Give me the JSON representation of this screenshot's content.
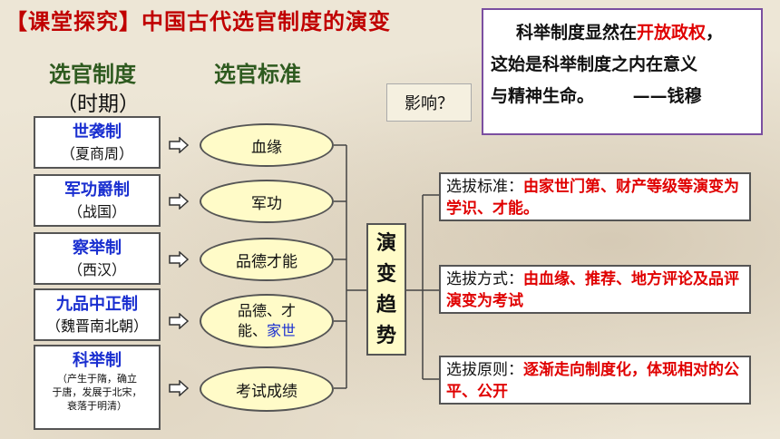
{
  "title": "【课堂探究】中国古代选官制度的演变",
  "headers": {
    "system": "选官制度",
    "period": "（时期）",
    "standard": "选官标准"
  },
  "systems": [
    {
      "name": "世袭制",
      "period": "（夏商周）"
    },
    {
      "name": "军功爵制",
      "period": "（战国）"
    },
    {
      "name": "察举制",
      "period": "（西汉）"
    },
    {
      "name": "九品中正制",
      "period": "（魏晋南北朝）"
    },
    {
      "name": "科举制",
      "note1": "（产生于隋，确立",
      "note2": "于唐，发展于北宋，",
      "note3": "衰落于明清）"
    }
  ],
  "standards": {
    "s1": "血缘",
    "s2": "军功",
    "s3": "品德才能",
    "s4_part1": "品德、才",
    "s4_part2": "能、",
    "s4_highlight": "家世",
    "s5": "考试成绩"
  },
  "trend": [
    "演",
    "变",
    "趋",
    "势"
  ],
  "results": [
    {
      "label": "选拔标准：",
      "text": "由家世门第、财产等级等演变为学识、才能。"
    },
    {
      "label": "选拔方式：",
      "text": "由血缘、推荐、地方评论及品评演变为考试"
    },
    {
      "label": "选拔原则：",
      "text": "逐渐走向制度化，体现相对的公平、公开"
    }
  ],
  "influence": "影响？",
  "quote": {
    "part1": "科举制度显然在",
    "highlight": "开放政权",
    "part2": "，",
    "line2": "这始是科举制度之内在意义",
    "line3": "与精神生命。",
    "author": "——钱穆"
  },
  "colors": {
    "title": "#c00000",
    "header_green": "#2e5a1f",
    "system_blue": "#1a2fd0",
    "result_red": "#e00000",
    "ellipse_fill": "#fffbc8",
    "quote_border": "#7b4fa0"
  },
  "icons": {
    "arrow": "hollow-right-arrow-icon"
  }
}
